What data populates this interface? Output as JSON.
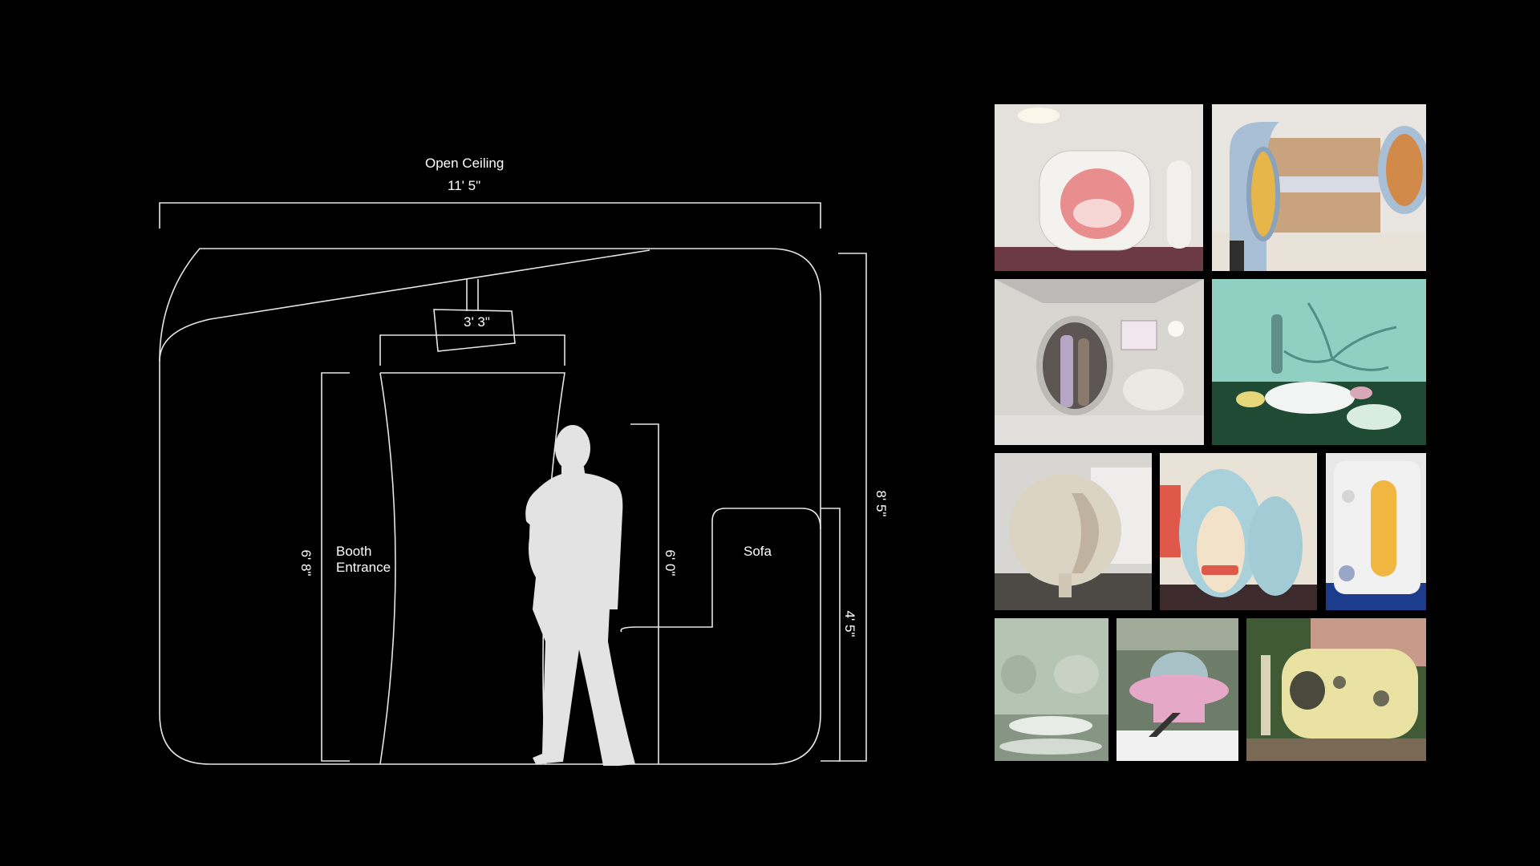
{
  "diagram": {
    "labels": {
      "open_ceiling": "Open Ceiling",
      "width_total": "11' 5\"",
      "height_total": "8' 5\"",
      "screen_width": "3' 3\"",
      "booth_entrance_line1": "Booth",
      "booth_entrance_line2": "Entrance",
      "entrance_height": "6' 8\"",
      "person_height": "6' 0\"",
      "sofa": "Sofa",
      "sofa_height": "4' 5\""
    },
    "line_color": "#e6e6e6",
    "silhouette_color": "#e3e3e3"
  },
  "gallery": {
    "images": [
      {
        "subject": "white curved interior with pink pod bed",
        "main": "#e4e0dc",
        "accent": "#e88e8e",
        "floor": "#6b3a44"
      },
      {
        "subject": "retro lobby with blue rounded doorways",
        "main": "#a9bfd6",
        "accent": "#e7b64a",
        "floor": "#e8e2d8"
      },
      {
        "subject": "futuristic room with round doorway and couple",
        "main": "#d9d6d2",
        "accent": "#8b7a8e",
        "floor": "#e2e0dc"
      },
      {
        "subject": "zentropy lounge with projected tree mural",
        "main": "#8fd0c3",
        "accent": "#f1f4f2",
        "floor": "#1f4a33"
      },
      {
        "subject": "cream spherical pod chair",
        "main": "#dcd4c3",
        "accent": "#bfb3a0",
        "floor": "#4d4a45"
      },
      {
        "subject": "light blue egg-shaped pods",
        "main": "#a9d1db",
        "accent": "#e0584a",
        "floor": "#3c2a2d"
      },
      {
        "subject": "white capsule pod with yellow interior",
        "main": "#f1f1f1",
        "accent": "#f0b640",
        "floor": "#1c3c8c"
      },
      {
        "subject": "pale green futuristic living room",
        "main": "#b6c4b3",
        "accent": "#e8ece6",
        "floor": "#879684"
      },
      {
        "subject": "pink saucer house in snowy forest",
        "main": "#e6a8c7",
        "accent": "#a9c2c8",
        "floor": "#f1f1f1"
      },
      {
        "subject": "yellow rounded kiosk among trees",
        "main": "#e9e2a3",
        "accent": "#3f5a34",
        "floor": "#7a6a55"
      }
    ]
  }
}
